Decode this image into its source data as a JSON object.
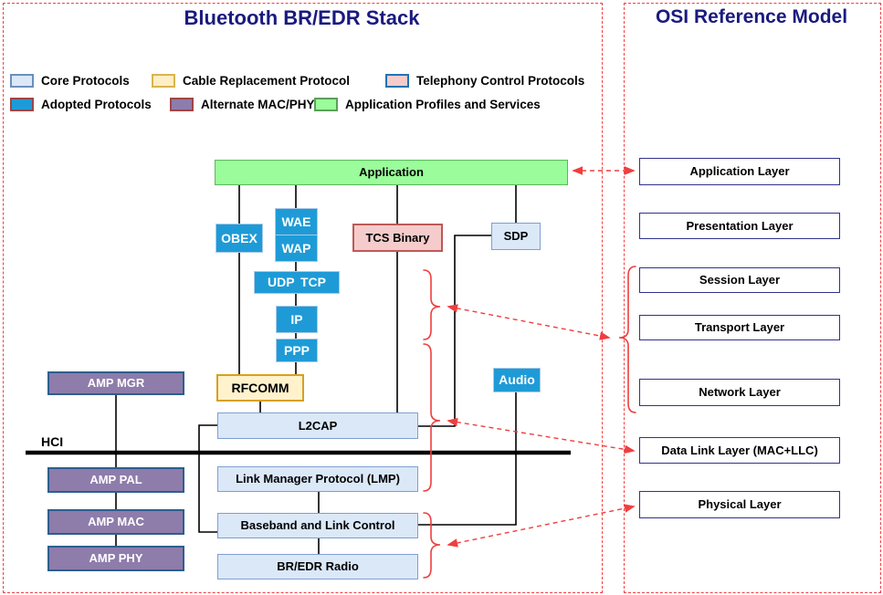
{
  "left_panel": {
    "title": "Bluetooth BR/EDR Stack"
  },
  "right_panel": {
    "title": "OSI Reference Model"
  },
  "legend": {
    "items": [
      {
        "label": "Core Protocols",
        "fill": "#dbe8f8",
        "border": "#6c8ebf"
      },
      {
        "label": "Cable Replacement Protocol",
        "fill": "#fdeec6",
        "border": "#d8b44c"
      },
      {
        "label": "Telephony Control Protocols",
        "fill": "#f5cccb",
        "border": "#2272b2"
      },
      {
        "label": "Adopted Protocols",
        "fill": "#1e9bd7",
        "border": "#a04545"
      },
      {
        "label": "Alternate MAC/PHY",
        "fill": "#8e7cab",
        "border": "#a04545"
      },
      {
        "label": "Application Profiles and Services",
        "fill": "#9afc9a",
        "border": "#5aa05a"
      }
    ]
  },
  "stack": {
    "application": "Application",
    "obex": "OBEX",
    "wae": "WAE",
    "wap": "WAP",
    "tcs": "TCS Binary",
    "sdp": "SDP",
    "udp": "UDP",
    "tcp": "TCP",
    "ip": "IP",
    "ppp": "PPP",
    "amp_mgr": "AMP MGR",
    "rfcomm": "RFCOMM",
    "audio": "Audio",
    "l2cap": "L2CAP",
    "hci": "HCI",
    "amp_pal": "AMP PAL",
    "amp_mac": "AMP MAC",
    "amp_phy": "AMP PHY",
    "lmp": "Link Manager Protocol (LMP)",
    "baseband": "Baseband and Link Control",
    "radio": "BR/EDR Radio"
  },
  "osi": {
    "layers": [
      "Application Layer",
      "Presentation Layer",
      "Session Layer",
      "Transport Layer",
      "Network Layer",
      "Data Link Layer (MAC+LLC)",
      "Physical Layer"
    ]
  },
  "colors": {
    "red_accent": "#f03e3e",
    "title_navy": "#1a1a80",
    "core_fill": "#dbe8f8",
    "core_border": "#7f9fcf",
    "adopted_fill": "#1e9bd7",
    "adopted_border": "#a9c9e9",
    "cable_fill": "#fff2cc",
    "cable_border": "#d7a022",
    "telephony_fill": "#f5cccb",
    "telephony_border": "#bc5a56",
    "amp_fill": "#8e7cab",
    "amp_border": "#2d5e8e",
    "green_fill": "#9afc9a",
    "green_border": "#5cb85c",
    "osi_border": "#31318c"
  }
}
